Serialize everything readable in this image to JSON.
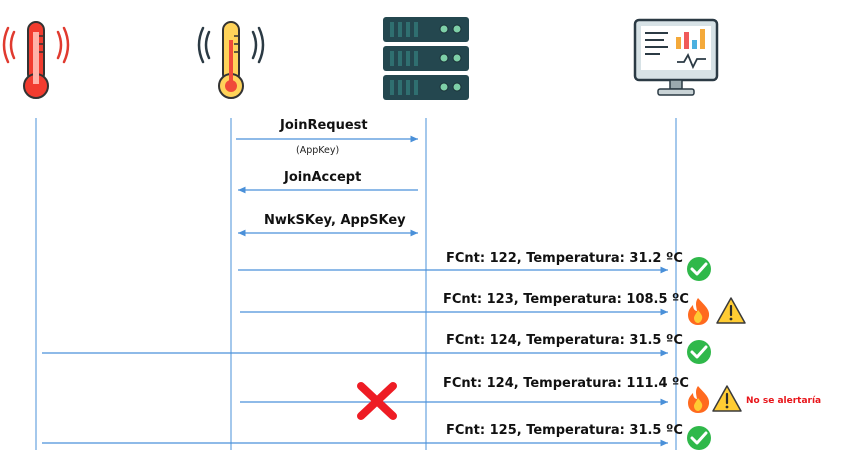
{
  "colors": {
    "line": "#4a90d9",
    "ok_green": "#2fb84a",
    "reject_red": "#ee1c24",
    "warning_yellow": "#ffcc33",
    "fire_orange": "#ff6a1f",
    "thermo_red": "#f23c2f",
    "server_dark": "#24474f",
    "server_teal": "#2f6f70"
  },
  "participants": [
    {
      "id": "sensor-red",
      "icon": "thermometer-red-icon"
    },
    {
      "id": "sensor-yellow",
      "icon": "thermometer-yellow-icon"
    },
    {
      "id": "network-server",
      "icon": "server-icon"
    },
    {
      "id": "app-monitor",
      "icon": "monitor-dashboard-icon"
    }
  ],
  "messages": [
    {
      "label": "JoinRequest",
      "sub": "(AppKey)",
      "direction": "right"
    },
    {
      "label": "JoinAccept",
      "direction": "left"
    },
    {
      "label": "NwkSKey, AppSKey",
      "direction": "both"
    },
    {
      "label": "FCnt: 122, Temperatura: 31.2 ºC",
      "status": [
        "check-icon"
      ]
    },
    {
      "label": "FCnt: 123, Temperatura: 108.5 ºC",
      "status": [
        "fire-icon",
        "warning-icon"
      ]
    },
    {
      "label": "FCnt: 124, Temperatura: 31.5 ºC",
      "status": [
        "check-icon"
      ]
    },
    {
      "label": "FCnt: 124, Temperatura: 111.4 ºC",
      "status": [
        "fire-icon",
        "warning-icon"
      ],
      "rejected": true,
      "note": "No se alertaría"
    },
    {
      "label": "FCnt: 125, Temperatura: 31.5 ºC",
      "status": [
        "check-icon"
      ]
    }
  ]
}
